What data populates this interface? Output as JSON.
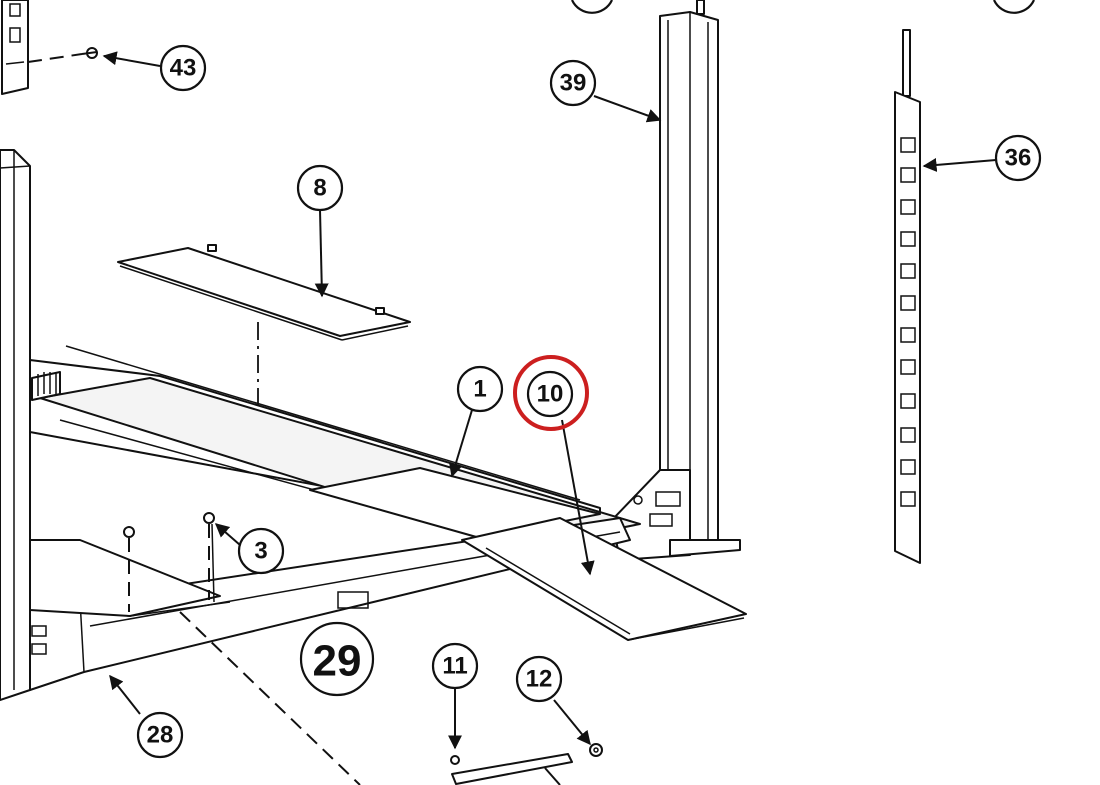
{
  "callouts": [
    {
      "id": "c43",
      "label": "43"
    },
    {
      "id": "c39",
      "label": "39"
    },
    {
      "id": "c36",
      "label": "36"
    },
    {
      "id": "c8",
      "label": "8"
    },
    {
      "id": "c1",
      "label": "1"
    },
    {
      "id": "c10",
      "label": "10",
      "highlighted": true
    },
    {
      "id": "c3",
      "label": "3"
    },
    {
      "id": "c11",
      "label": "11"
    },
    {
      "id": "c12",
      "label": "12"
    },
    {
      "id": "c28",
      "label": "28"
    }
  ],
  "section_label": "29",
  "colors": {
    "line": "#111111",
    "highlight": "#cc1f1f",
    "background": "#ffffff"
  }
}
